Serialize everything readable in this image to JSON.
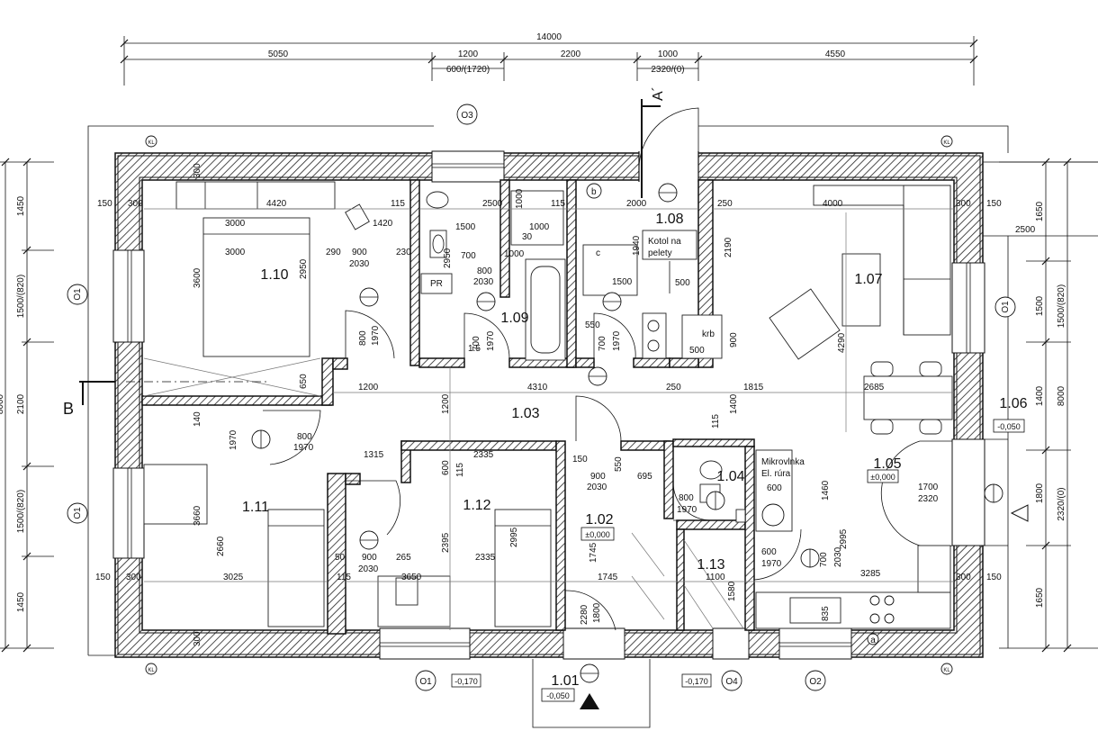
{
  "dimensions": {
    "total": "14000",
    "top_segments": [
      "5050",
      "1200",
      "2200",
      "1000",
      "4550"
    ],
    "top_sub": [
      "600/(1720)",
      "2320/(0)"
    ],
    "left_segments": [
      "1450",
      "1500/(820)",
      "2100",
      "1500/(820)",
      "1450"
    ],
    "left_overall": "8000",
    "right_segments": [
      "1650",
      "1500/(820)",
      "1400",
      "2320/(0)",
      "1650"
    ],
    "right_overall": "8000",
    "right_extra": [
      "1500",
      "1800"
    ]
  },
  "section_marks": {
    "a": "A´",
    "b": "B"
  },
  "rooms": [
    {
      "no": "1.01",
      "level": "-0,050"
    },
    {
      "no": "1.02",
      "level": "±0,000"
    },
    {
      "no": "1.03"
    },
    {
      "no": "1.04"
    },
    {
      "no": "1.05",
      "level": "±0,000"
    },
    {
      "no": "1.06",
      "level": "-0,050"
    },
    {
      "no": "1.07"
    },
    {
      "no": "1.08"
    },
    {
      "no": "1.09"
    },
    {
      "no": "1.10"
    },
    {
      "no": "1.11"
    },
    {
      "no": "1.12"
    },
    {
      "no": "1.13"
    }
  ],
  "labels": {
    "kotol_line1": "Kotol na",
    "kotol_line2": "pelety",
    "mikrovlnka": "Mikrovlnka",
    "el_rura": "El. rúra",
    "pr": "PR",
    "krb": "krb",
    "c": "c",
    "b": "b",
    "a": "a",
    "kl": "KL"
  },
  "outside_levels": [
    "-0,170",
    "-0,170"
  ],
  "windows": [
    "O1",
    "O1",
    "O1",
    "O1",
    "O2",
    "O3",
    "O4"
  ],
  "inner_dims": [
    "150",
    "300",
    "4420",
    "3000",
    "3000",
    "1420",
    "290",
    "900",
    "2030",
    "230",
    "3600",
    "2950",
    "115",
    "2500",
    "1000",
    "1000",
    "1500",
    "2950",
    "700",
    "800",
    "2030",
    "1000",
    "30",
    "2000",
    "1940",
    "1500",
    "500",
    "250",
    "2190",
    "4000",
    "300",
    "150",
    "2500",
    "1.5",
    "800",
    "1970",
    "700",
    "1970",
    "550",
    "700",
    "1970",
    "900",
    "500",
    "4290",
    "1200",
    "4310",
    "250",
    "1815",
    "2685",
    "650",
    "140",
    "1970",
    "1200",
    "115",
    "1400",
    "800",
    "1970",
    "1315",
    "2335",
    "600",
    "115",
    "150",
    "900",
    "2030",
    "550",
    "695",
    "1700",
    "2320",
    "3660",
    "2660",
    "3025",
    "2395",
    "2335",
    "2995",
    "1745",
    "1745",
    "1100",
    "1580",
    "3285",
    "835",
    "600",
    "1970",
    "800",
    "1970",
    "600",
    "1460",
    "2995",
    "700",
    "2030",
    "3650",
    "265",
    "115",
    "50",
    "900",
    "2030",
    "2280",
    "1800",
    "300",
    "150",
    "1650",
    "1650",
    "1500"
  ]
}
